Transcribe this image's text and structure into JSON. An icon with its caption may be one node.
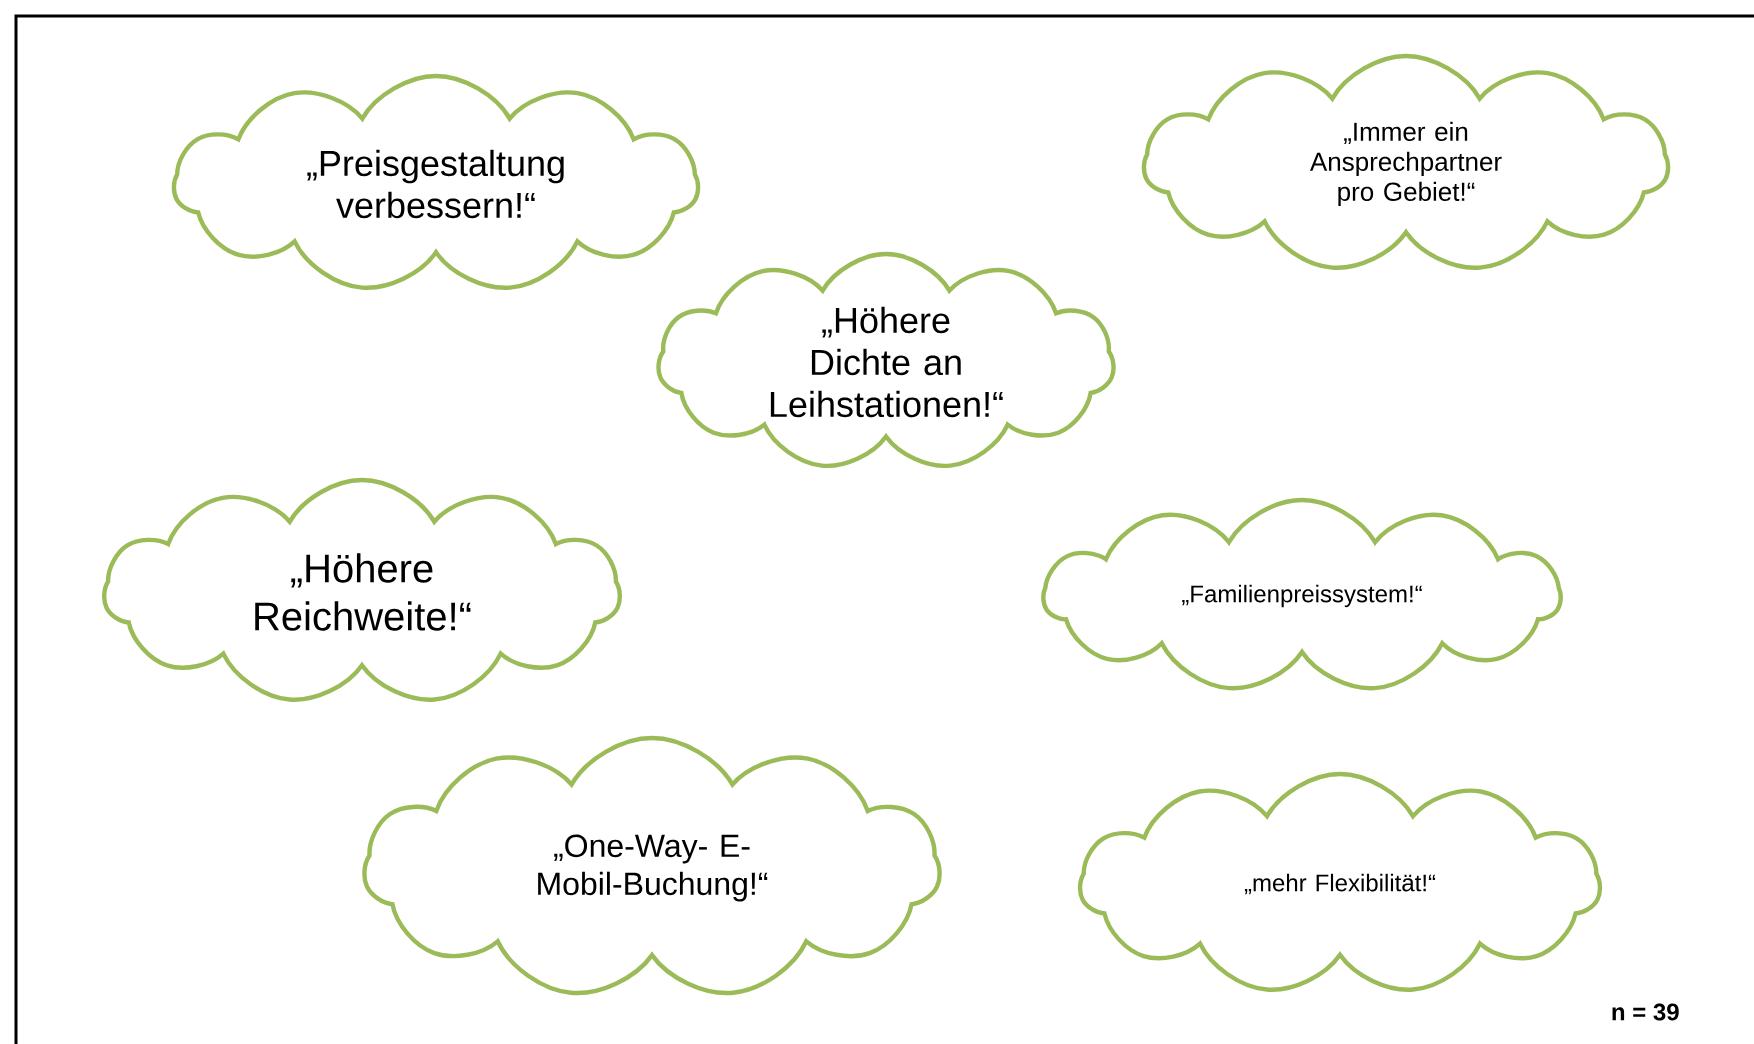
{
  "diagram": {
    "nodes": [
      {
        "text": [
          "„Preisgestaltung verbessern!“"
        ]
      },
      {
        "text": [
          "„Immer ein Ansprechpartner pro Gebiet!“"
        ]
      },
      {
        "text": [
          "„Höhere Dichte an Leihstationen!“"
        ]
      },
      {
        "text": [
          "„Höhere Reichweite!“"
        ]
      },
      {
        "text": [
          "„Familienpreissystem!“"
        ]
      },
      {
        "text": [
          "„One-Way- E-Mobil-Buchung!“"
        ]
      },
      {
        "text": [
          "„mehr Flexibilität!“"
        ]
      }
    ],
    "labels": [
      "n = 39"
    ]
  }
}
